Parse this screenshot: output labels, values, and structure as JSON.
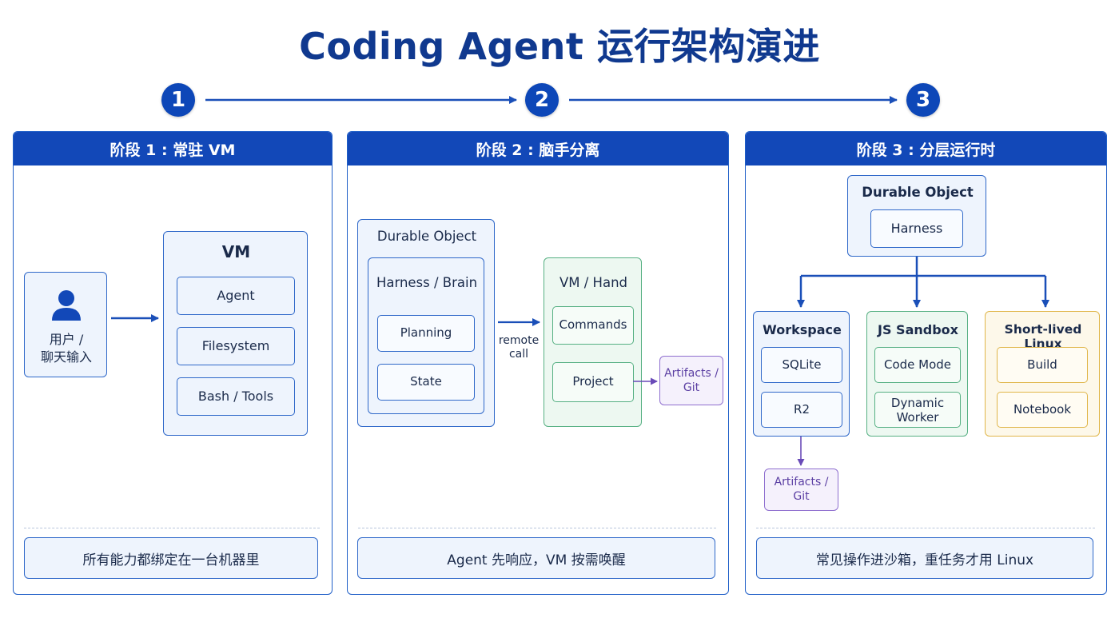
{
  "title": "Coding Agent 运行架构演进",
  "steps": [
    "1",
    "2",
    "3"
  ],
  "stage1": {
    "header": "阶段 1 : 常驻 VM",
    "user_label_line1": "用户 /",
    "user_label_line2": "聊天输入",
    "vm_title": "VM",
    "vm_items": [
      "Agent",
      "Filesystem",
      "Bash / Tools"
    ],
    "footer": "所有能力都绑定在一台机器里"
  },
  "stage2": {
    "header": "阶段 2 : 脑手分离",
    "durable_object_title": "Durable Object",
    "brain_title": "Harness / Brain",
    "brain_items": [
      "Planning",
      "State"
    ],
    "remote_call_line1": "remote",
    "remote_call_line2": "call",
    "hand_title": "VM / Hand",
    "hand_items": [
      "Commands",
      "Project"
    ],
    "artifacts_line1": "Artifacts /",
    "artifacts_line2": "Git",
    "footer": "Agent 先响应，VM 按需唤醒"
  },
  "stage3": {
    "header": "阶段 3 : 分层运行时",
    "durable_object_title": "Durable Object",
    "harness": "Harness",
    "workspace_title": "Workspace",
    "workspace_items": [
      "SQLite",
      "R2"
    ],
    "sandbox_title": "JS Sandbox",
    "sandbox_item1": "Code Mode",
    "sandbox_item2_line1": "Dynamic",
    "sandbox_item2_line2": "Worker",
    "linux_title": "Short-lived Linux",
    "linux_items": [
      "Build",
      "Notebook"
    ],
    "artifacts_line1": "Artifacts /",
    "artifacts_line2": "Git",
    "footer": "常见操作进沙箱，重任务才用 Linux"
  },
  "colors": {
    "primary": "#1248b8",
    "title": "#10398f",
    "green": "#56b083",
    "yellow": "#e0b64a",
    "purple": "#8f6fcf"
  }
}
